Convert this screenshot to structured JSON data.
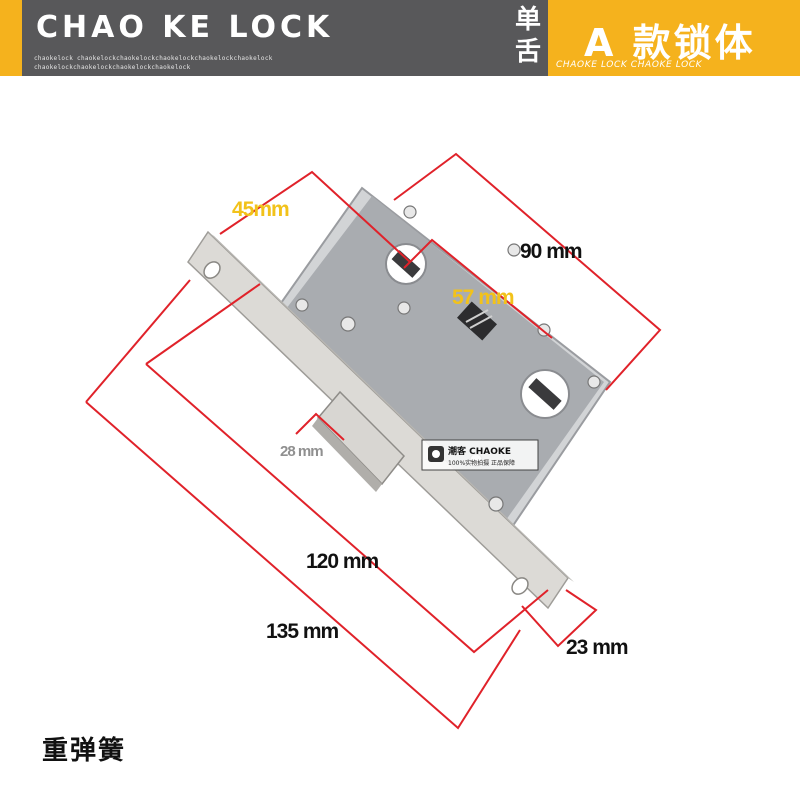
{
  "header": {
    "brand": "CHAO KE LOCK",
    "brand_small_line1": "chaokelock chaokelockchaokelockchaokelockchaokelockchaokelock",
    "brand_small_line2": "chaokelockchaokelockchaokelockchaokelock",
    "single_tongue": "单舌",
    "series_title": "A 款锁体",
    "series_sub": "CHAOKE LOCK CHAOKE LOCK"
  },
  "dimensions": {
    "d45": "45mm",
    "d90": "90 mm",
    "d57": "57 mm",
    "d28": "28 mm",
    "d120": "120 mm",
    "d135": "135 mm",
    "d23": "23 mm"
  },
  "watermark": {
    "title": "潮客 CHAOKE",
    "subtitle": "100%实物拍摄  正品保障"
  },
  "footer": {
    "note": "重弹簧"
  },
  "colors": {
    "header_gray": "#58585a",
    "accent_yellow": "#f5b21d",
    "dimension_red": "#e0222a",
    "dim_45_yellow": "#f2c21a",
    "lock_body_gray": "#a9acb0"
  }
}
